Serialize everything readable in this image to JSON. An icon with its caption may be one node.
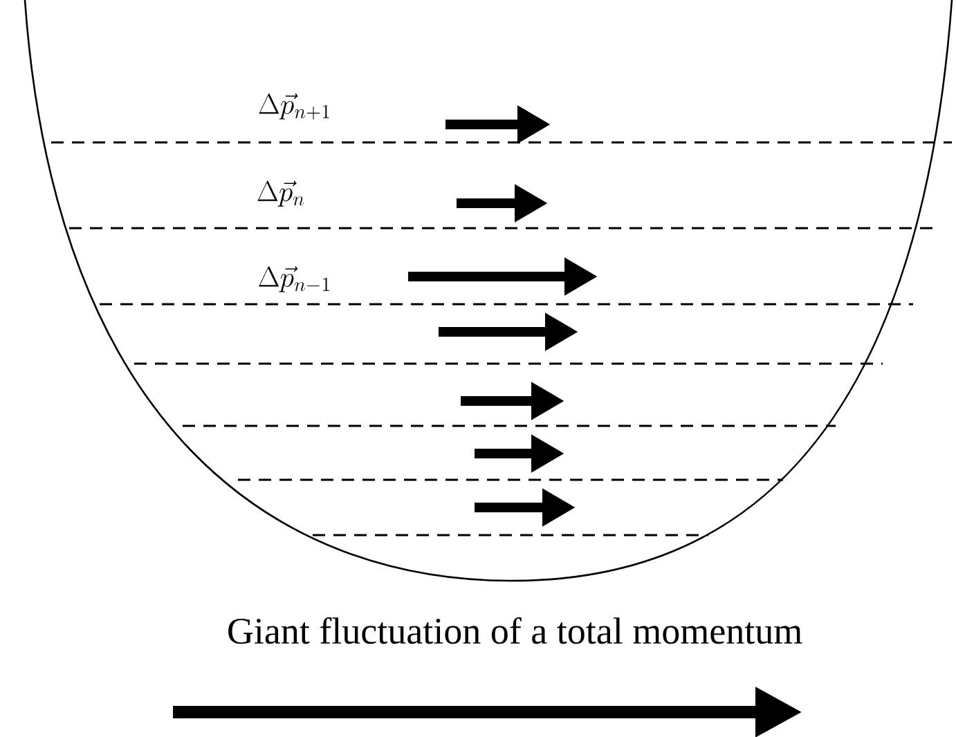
{
  "diagram": {
    "caption": "Giant fluctuation of a total momentum",
    "labels": [
      "\\Delta\\vec{p}_{n+1}",
      "\\Delta\\vec{p}_{n}",
      "\\Delta\\vec{p}_{n-1}"
    ]
  }
}
